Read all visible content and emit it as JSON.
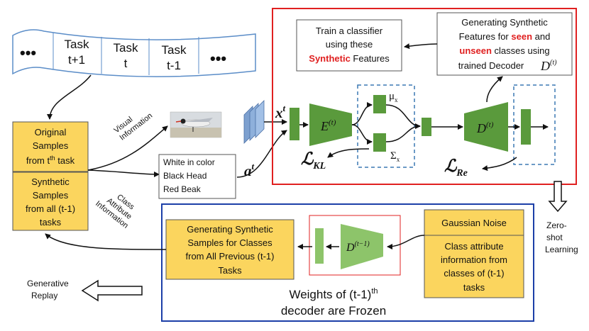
{
  "colors": {
    "yellow_box": "#FBD55E",
    "green": "#5A9A3C",
    "green_light": "#8DC46A",
    "red_border": "#E02020",
    "blue_border": "#1C3FA8",
    "dashed": "#3C78B4",
    "scroll_border": "#5B8DC8",
    "red_text": "#E02020"
  },
  "task_scroll": {
    "left_ellipsis": "•••",
    "right_ellipsis": "•••",
    "cells": [
      {
        "line1": "Task",
        "line2": "t+1"
      },
      {
        "line1": "Task",
        "line2": "t"
      },
      {
        "line1": "Task",
        "line2": "t-1"
      }
    ]
  },
  "original_samples": {
    "line1": "Original",
    "line2": "Samples",
    "line3_pre": "from t",
    "line3_sup": "th",
    "line3_post": " task"
  },
  "synthetic_samples": {
    "line1": "Synthetic",
    "line2": "Samples",
    "line3": "from all (t-1)",
    "line4": "tasks"
  },
  "visual_info": {
    "line1": "Visual",
    "line2": "Information"
  },
  "class_attr_info": {
    "line1": "Class",
    "line2": "Attribute",
    "line3": "Information"
  },
  "attributes_box": {
    "line1": "White in color",
    "line2": "Black Head",
    "line3": "Red Beak"
  },
  "symbols": {
    "x_t_base": "x",
    "x_t_sup": "t",
    "a_t_base": "a",
    "a_t_sup": "t",
    "encoder_base": "E",
    "encoder_sup": "(t)",
    "decoder_base": "D",
    "decoder_sup": "(t)",
    "mu": "μ",
    "mu_sub": "x",
    "sigma": "Σ",
    "sigma_sub": "x",
    "loss_kl_L": "ℒ",
    "loss_kl_sub": "KL",
    "loss_re_L": "ℒ",
    "loss_re_sub": "Re",
    "prev_decoder_base": "D",
    "prev_decoder_sup": "(t−1)"
  },
  "train_classifier": {
    "line1": "Train a classifier",
    "line2": "using these",
    "line3_red": "Synthetic",
    "line3_post": " Features"
  },
  "generating_features": {
    "line1": "Generating Synthetic",
    "line2_pre": "Features for ",
    "line2_red": "seen",
    "line2_post": " and",
    "line3_red": "unseen",
    "line3_post": " classes using",
    "line4": "trained Decoder"
  },
  "zero_shot": {
    "line1": "Zero-",
    "line2": "shot",
    "line3": "Learning"
  },
  "generating_samples": {
    "line1": "Generating Synthetic",
    "line2": "Samples for Classes",
    "line3": "from All Previous (t-1)",
    "line4": "Tasks"
  },
  "gaussian_noise": "Gaussian Noise",
  "class_attr_prev": {
    "line1": "Class attribute",
    "line2": "information from",
    "line3": "classes of (t-1)",
    "line4": "tasks"
  },
  "weights_frozen": {
    "line1_pre": "Weights of (t-1)",
    "line1_sup": "th",
    "line2": "decoder are Frozen"
  },
  "generative_replay": {
    "line1": "Generative",
    "line2": "Replay"
  }
}
